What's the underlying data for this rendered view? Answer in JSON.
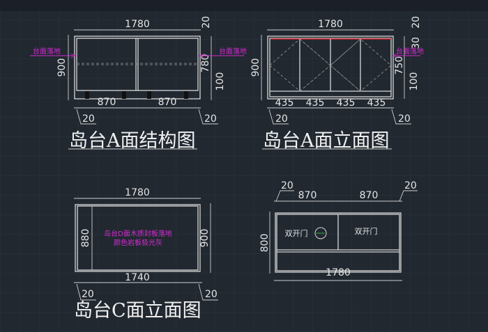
{
  "colors": {
    "background": "#212830",
    "grid": "#2c3440",
    "line": "#d8d8d8",
    "annotation": "#d22cd2",
    "top_edge": "#d0202a"
  },
  "drawing_a_structure": {
    "title": "岛台A面结构图",
    "width": "1780",
    "height": "900",
    "upper": "780",
    "base": "100",
    "top_gap": "20",
    "bays": [
      "870",
      "870"
    ],
    "edge_left": "20",
    "edge_right": "20",
    "note_left": "台面落地",
    "note_right": "台面落地"
  },
  "drawing_a_elevation": {
    "title": "岛台A面立面图",
    "width": "1780",
    "height": "900",
    "top_gap": "20",
    "top_band": "30",
    "upper": "750",
    "base": "100",
    "doors": [
      "435",
      "435",
      "435",
      "435"
    ],
    "edge_left": "20",
    "edge_right": "20",
    "note": "台面落地"
  },
  "drawing_c_elevation": {
    "title": "岛台C面立面图",
    "width": "1780",
    "inner_width": "1740",
    "height": "900",
    "inner_height": "880",
    "edge_left": "20",
    "edge_right": "20",
    "note_line1": "岛台D面木质封板落地",
    "note_line2": "颜色岩板极光灰"
  },
  "drawing_plan": {
    "width": "1780",
    "height": "800",
    "bays": [
      "870",
      "870"
    ],
    "edge_left": "20",
    "edge_right": "20",
    "door_left": "双开门",
    "door_right": "双开门"
  }
}
